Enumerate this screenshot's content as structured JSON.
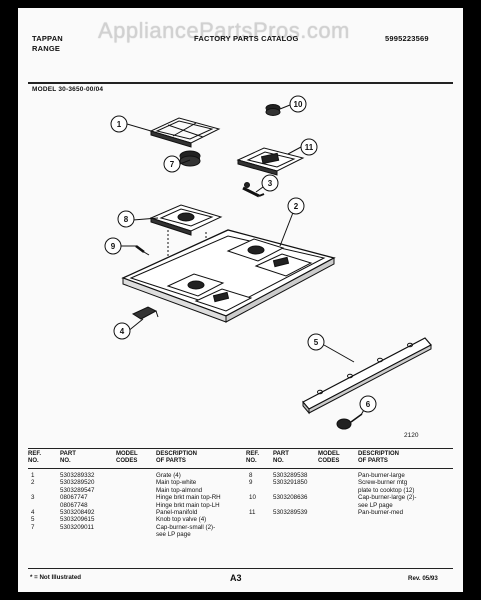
{
  "watermark": "AppliancePartsPros.com",
  "header": {
    "brand_line1": "TAPPAN",
    "brand_line2": "RANGE",
    "catalog_title": "FACTORY PARTS CATALOG",
    "catalog_number": "5995223569",
    "model_label": "MODEL 30-3650-00/04"
  },
  "diagram": {
    "callouts": [
      "1",
      "2",
      "3",
      "4",
      "5",
      "6",
      "7",
      "8",
      "9",
      "10",
      "11"
    ],
    "figure_number": "2120"
  },
  "table_left": {
    "headers": {
      "ref_no": [
        "REF.",
        "NO."
      ],
      "part_no": [
        "PART",
        "NO."
      ],
      "model_codes": [
        "MODEL",
        "CODES"
      ],
      "description": [
        "DESCRIPTION",
        "OF PARTS"
      ]
    },
    "rows": [
      {
        "ref": "1",
        "part": "5303289332",
        "codes": "",
        "desc": "Grate (4)"
      },
      {
        "ref": "2",
        "part": "5303289520",
        "codes": "",
        "desc": "Main top-white"
      },
      {
        "ref": "",
        "part": "5303289547",
        "codes": "",
        "desc": "Main top-almond"
      },
      {
        "ref": "3",
        "part": "08067747",
        "codes": "",
        "desc": "Hinge brkt main top-RH"
      },
      {
        "ref": "",
        "part": "08067748",
        "codes": "",
        "desc": "Hinge brkt main top-LH"
      },
      {
        "ref": "4",
        "part": "5303208492",
        "codes": "",
        "desc": "Panel-manifold"
      },
      {
        "ref": "5",
        "part": "5303209615",
        "codes": "",
        "desc": "Knob top valve (4)"
      },
      {
        "ref": "7",
        "part": "5303209011",
        "codes": "",
        "desc": "Cap-burner-small (2)-"
      },
      {
        "ref": "",
        "part": "",
        "codes": "",
        "desc": "see LP page"
      }
    ]
  },
  "table_right": {
    "headers": {
      "ref_no": [
        "REF.",
        "NO."
      ],
      "part_no": [
        "PART",
        "NO."
      ],
      "model_codes": [
        "MODEL",
        "CODES"
      ],
      "description": [
        "DESCRIPTION",
        "OF PARTS"
      ]
    },
    "rows": [
      {
        "ref": "8",
        "part": "5303289538",
        "codes": "",
        "desc": "Pan-burner-large"
      },
      {
        "ref": "9",
        "part": "5303291850",
        "codes": "",
        "desc": "Screw-burner mtg"
      },
      {
        "ref": "",
        "part": "",
        "codes": "",
        "desc": "plate to cooktop (12)"
      },
      {
        "ref": "10",
        "part": "5303208636",
        "codes": "",
        "desc": "Cap-burner-large (2)-"
      },
      {
        "ref": "",
        "part": "",
        "codes": "",
        "desc": "see LP page"
      },
      {
        "ref": "11",
        "part": "5303289539",
        "codes": "",
        "desc": "Pan-burner-med"
      }
    ]
  },
  "footer": {
    "note": "* = Not Illustrated",
    "page": "A3",
    "revision": "Rev. 05/93"
  }
}
